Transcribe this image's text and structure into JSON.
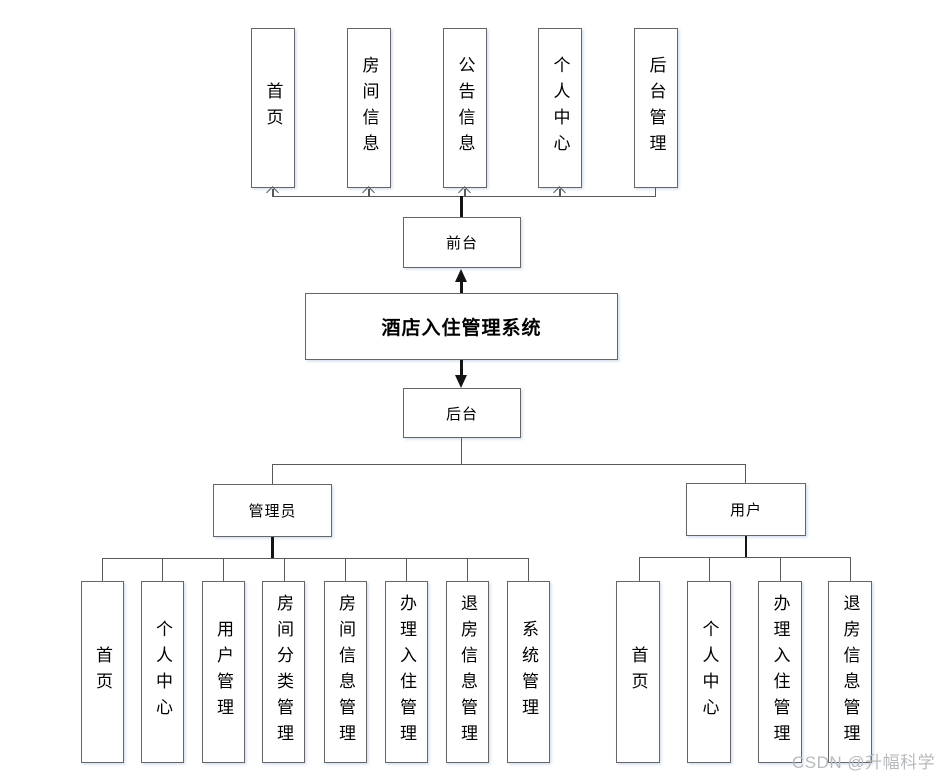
{
  "title": "酒店入住管理系统",
  "front": {
    "label": "前台"
  },
  "back": {
    "label": "后台"
  },
  "front_pages": [
    "首页",
    "房间信息",
    "公告信息",
    "个人中心",
    "后台管理"
  ],
  "admin": {
    "label": "管理员",
    "pages": [
      "首页",
      "个人中心",
      "用户管理",
      "房间分类管理",
      "房间信息管理",
      "办理入住管理",
      "退房信息管理",
      "系统管理"
    ]
  },
  "user": {
    "label": "用户",
    "pages": [
      "首页",
      "个人中心",
      "办理入住管理",
      "退房信息管理"
    ]
  },
  "watermark": "CSDN @升幅科学",
  "colors": {
    "line": "#595959",
    "trunk": "#141414",
    "border": "#666666",
    "watermark": "#b7babd"
  }
}
